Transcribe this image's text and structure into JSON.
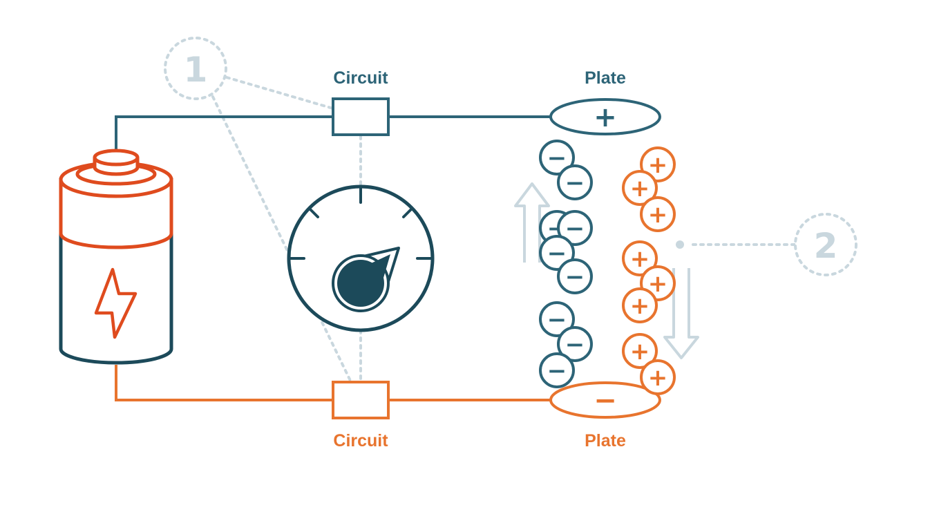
{
  "labels": {
    "top_circuit": "Circuit",
    "top_plate": "Plate",
    "bottom_circuit": "Circuit",
    "bottom_plate": "Plate"
  },
  "callouts": {
    "one": "1",
    "two": "2"
  },
  "symbols": {
    "plus": "+",
    "minus": "−"
  },
  "colors": {
    "teal": "#2d6477",
    "navy": "#1c4a5a",
    "orange": "#e8742e",
    "red_orange": "#df4b1e",
    "callout_gray": "#c9d7de",
    "arrow_gray": "#c9d7de"
  },
  "icons": {
    "battery": "battery-icon",
    "lightning": "lightning-bolt-icon",
    "gauge": "gauge-icon"
  }
}
